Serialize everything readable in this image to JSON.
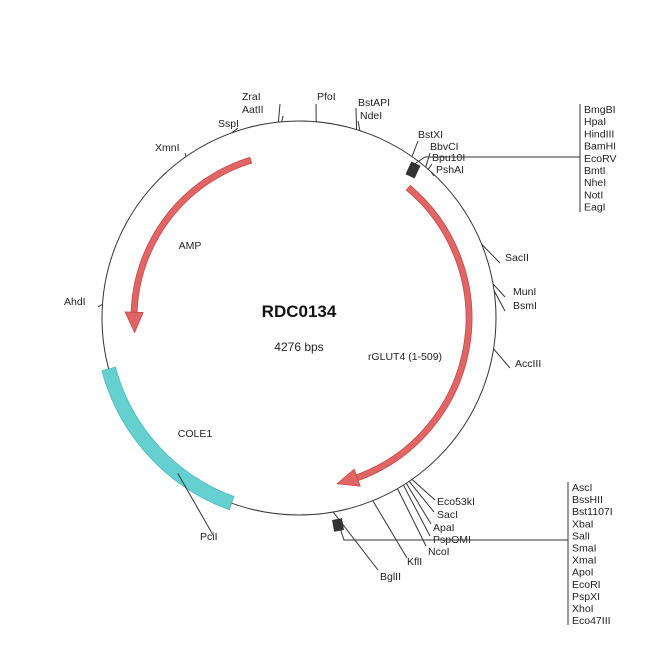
{
  "plasmid": {
    "name": "RDC0134",
    "size": "4276 bps"
  },
  "features": [
    {
      "label": "AMP",
      "color": "#e06666"
    },
    {
      "label": "rGLUT4 (1-509)",
      "color": "#e06666"
    },
    {
      "label": "COLE1",
      "color": "#66d0d0"
    }
  ],
  "sites": {
    "ZraI": "ZraI",
    "AatII": "AatII",
    "PfoI": "PfoI",
    "BstAPI": "BstAPI",
    "NdeI": "NdeI",
    "SspI": "SspI",
    "XmnI": "XmnI",
    "BstXI": "BstXI",
    "BbvCI": "BbvCI",
    "Bpu10I": "Bpu10I",
    "PshAI": "PshAI",
    "SacII": "SacII",
    "MunI": "MunI",
    "BsmI": "BsmI",
    "AccIII": "AccIII",
    "AhdI": "AhdI",
    "PciI": "PciI",
    "BglII": "BglII",
    "KflI": "KflI",
    "NcoI": "NcoI",
    "PspOMI": "PspOMI",
    "ApaI": "ApaI",
    "SacI": "SacI",
    "Eco53kI": "Eco53kI"
  },
  "mcs_top": [
    "BmgBI",
    "HpaI",
    "HindIII",
    "BamHI",
    "EcoRV",
    "BmtI",
    "NheI",
    "NotI",
    "EagI"
  ],
  "mcs_bottom": [
    "AscI",
    "BssHII",
    "Bst1107I",
    "XbaI",
    "SalI",
    "SmaI",
    "XmaI",
    "ApoI",
    "EcoRI",
    "PspXI",
    "XhoI",
    "Eco47III"
  ]
}
